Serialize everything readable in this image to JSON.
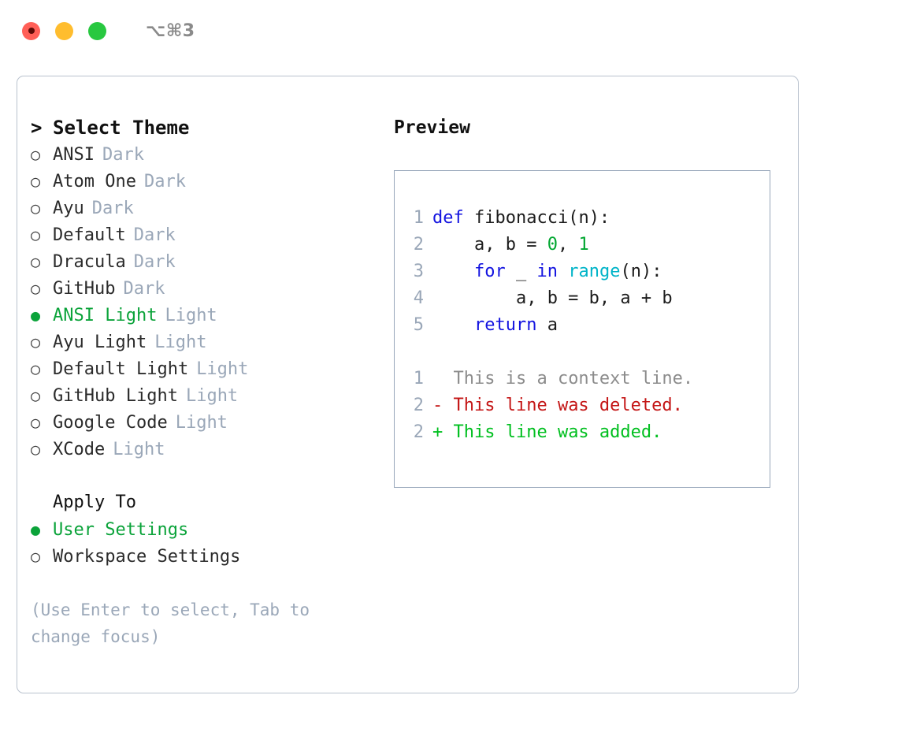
{
  "titlebar": {
    "shortcut": "⌥⌘3",
    "buttons": [
      {
        "name": "close",
        "color": "#ff5f57"
      },
      {
        "name": "minimize",
        "color": "#ffbd2e"
      },
      {
        "name": "maximize",
        "color": "#28c840"
      }
    ]
  },
  "theme_picker": {
    "caret": ">",
    "title": "Select Theme",
    "bullet_selected": "●",
    "bullet_unselected": "○",
    "items": [
      {
        "name": "ANSI",
        "tag": "Dark",
        "selected": false
      },
      {
        "name": "Atom One",
        "tag": "Dark",
        "selected": false
      },
      {
        "name": "Ayu",
        "tag": "Dark",
        "selected": false
      },
      {
        "name": "Default",
        "tag": "Dark",
        "selected": false
      },
      {
        "name": "Dracula",
        "tag": "Dark",
        "selected": false
      },
      {
        "name": "GitHub",
        "tag": "Dark",
        "selected": false
      },
      {
        "name": "ANSI Light",
        "tag": "Light",
        "selected": true
      },
      {
        "name": "Ayu Light",
        "tag": "Light",
        "selected": false
      },
      {
        "name": "Default Light",
        "tag": "Light",
        "selected": false
      },
      {
        "name": "GitHub Light",
        "tag": "Light",
        "selected": false
      },
      {
        "name": "Google Code",
        "tag": "Light",
        "selected": false
      },
      {
        "name": "XCode",
        "tag": "Light",
        "selected": false
      }
    ]
  },
  "apply_to": {
    "heading": "Apply To",
    "items": [
      {
        "name": "User Settings",
        "selected": true
      },
      {
        "name": "Workspace Settings",
        "selected": false
      }
    ]
  },
  "hint": "(Use Enter to select, Tab to change focus)",
  "preview": {
    "title": "Preview",
    "code_lines": [
      {
        "gutter": "1",
        "tokens": [
          {
            "t": "def",
            "c": "kw"
          },
          {
            "t": " fibonacci(n):",
            "c": "plain"
          }
        ]
      },
      {
        "gutter": "2",
        "tokens": [
          {
            "t": "    a, b = ",
            "c": "plain"
          },
          {
            "t": "0",
            "c": "num"
          },
          {
            "t": ", ",
            "c": "plain"
          },
          {
            "t": "1",
            "c": "num"
          }
        ]
      },
      {
        "gutter": "3",
        "tokens": [
          {
            "t": "    ",
            "c": "plain"
          },
          {
            "t": "for",
            "c": "kw"
          },
          {
            "t": " _ ",
            "c": "plain"
          },
          {
            "t": "in",
            "c": "kw"
          },
          {
            "t": " ",
            "c": "plain"
          },
          {
            "t": "range",
            "c": "fn"
          },
          {
            "t": "(n):",
            "c": "plain"
          }
        ]
      },
      {
        "gutter": "4",
        "tokens": [
          {
            "t": "        a, b = b, a + b",
            "c": "plain"
          }
        ]
      },
      {
        "gutter": "5",
        "tokens": [
          {
            "t": "    ",
            "c": "plain"
          },
          {
            "t": "return",
            "c": "kw"
          },
          {
            "t": " a",
            "c": "plain"
          }
        ]
      }
    ],
    "diff_lines": [
      {
        "gutter": "1",
        "marker": " ",
        "text": "This is a context line.",
        "kind": "ctx"
      },
      {
        "gutter": "2",
        "marker": "-",
        "text": "This line was deleted.",
        "kind": "del"
      },
      {
        "gutter": "2",
        "marker": "+",
        "text": "This line was added.",
        "kind": "add"
      }
    ]
  },
  "colors": {
    "accent_green": "#0ba33a",
    "muted": "#9aa7b8",
    "keyword": "#1414e0",
    "function": "#00b4c8",
    "number": "#00a630",
    "diff_delete": "#c41616",
    "diff_add": "#00bf1f",
    "panel_border": "#97a6ba",
    "card_border": "#b9c2ce"
  }
}
